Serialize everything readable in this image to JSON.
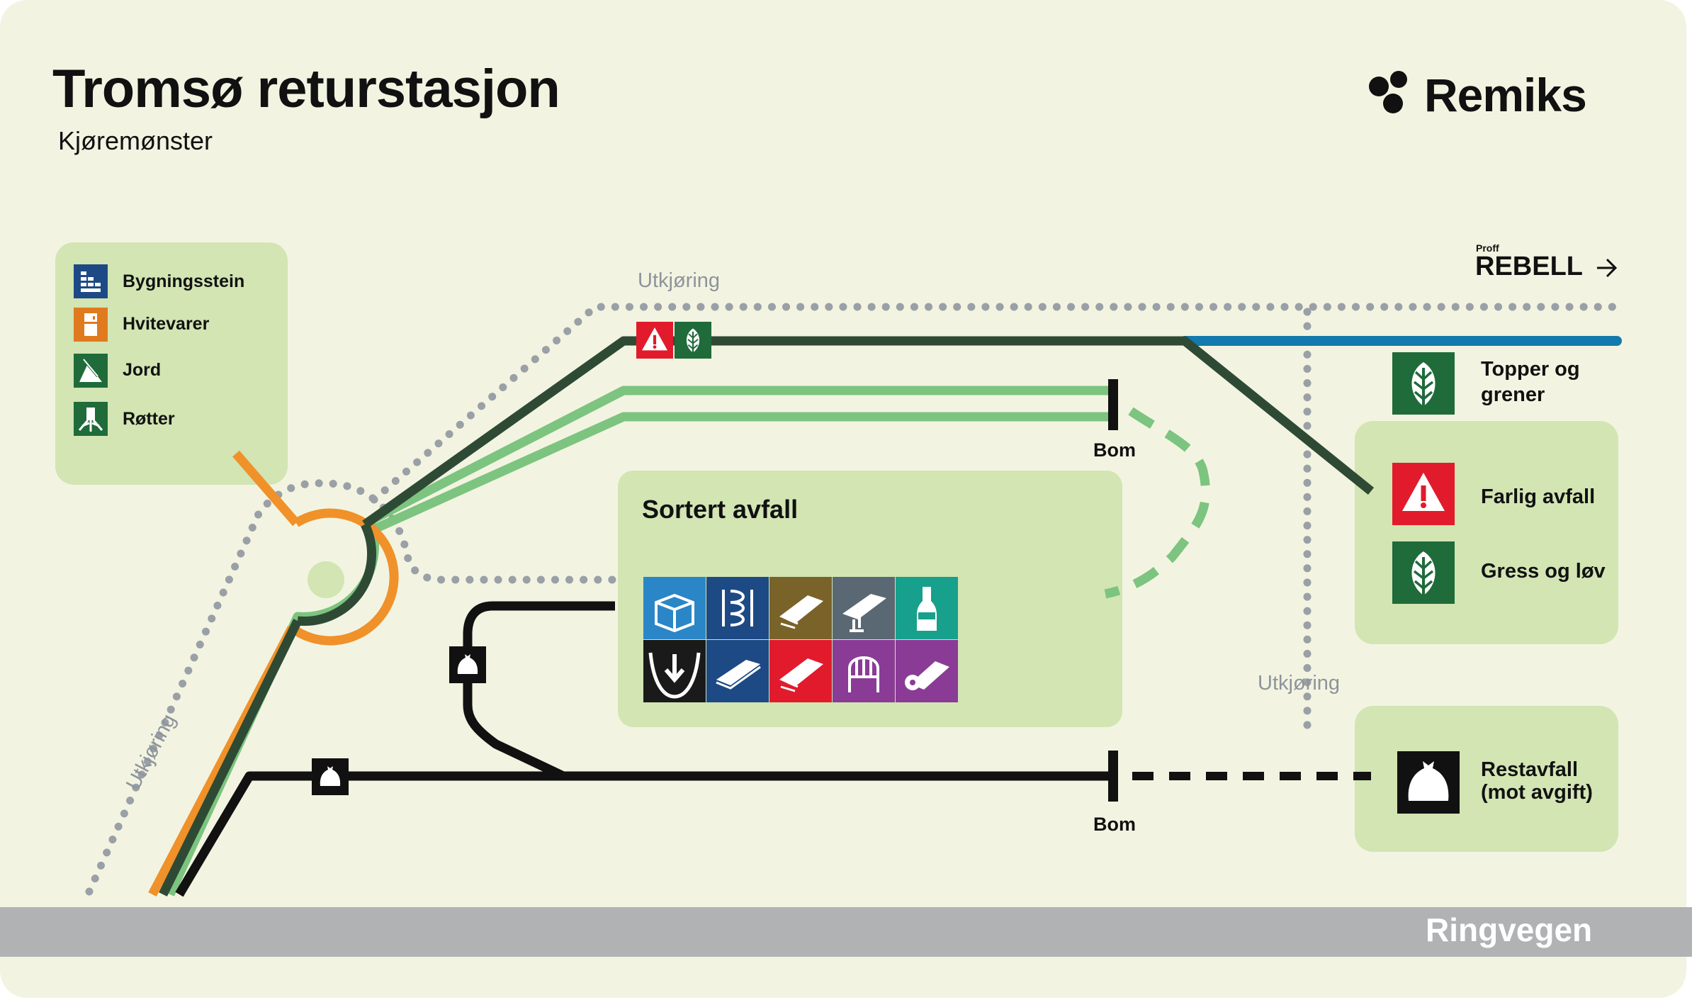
{
  "header": {
    "title": "Tromsø returstasjon",
    "subtitle": "Kjøremønster",
    "brand": "Remiks"
  },
  "legend": {
    "items": [
      {
        "label": "Bygningsstein",
        "icon": "bricks-icon",
        "color": "#1d4a85"
      },
      {
        "label": "Hvitevarer",
        "icon": "fridge-icon",
        "color": "#e07a1f"
      },
      {
        "label": "Jord",
        "icon": "soil-shovel-icon",
        "color": "#1f6b3a"
      },
      {
        "label": "Røtter",
        "icon": "tree-roots-icon",
        "color": "#1f6b3a"
      }
    ]
  },
  "map": {
    "exit_labels": [
      "Utkjøring",
      "Utkjøring",
      "Utkjøring"
    ],
    "gate_labels": [
      "Bom",
      "Bom"
    ],
    "sorted_zone": {
      "title": "Sortert avfall",
      "tiles": [
        {
          "icon": "cardboard-box-icon",
          "color": "#2a86c6"
        },
        {
          "icon": "insulation-icon",
          "color": "#1d4a85"
        },
        {
          "icon": "wood-icon",
          "color": "#7a6329"
        },
        {
          "icon": "metal-icon",
          "color": "#5a6874"
        },
        {
          "icon": "glass-bottle-icon",
          "color": "#17a08b"
        },
        {
          "icon": "gypsum-icon",
          "color": "#1a1a1a"
        },
        {
          "icon": "plasterboard-icon",
          "color": "#1d4a85"
        },
        {
          "icon": "impregnated-wood-icon",
          "color": "#e11b2c"
        },
        {
          "icon": "furniture-icon",
          "color": "#8a3b96"
        },
        {
          "icon": "roll-icon",
          "color": "#8a3b96"
        }
      ]
    },
    "partner": {
      "small": "Proff",
      "name": "REBELL"
    },
    "right_stations": [
      {
        "label": "Topper og grener",
        "icon": "leaf-icon",
        "color": "#1f6b3a"
      },
      {
        "label": "Farlig avfall",
        "icon": "hazard-icon",
        "color": "#e11b2c"
      },
      {
        "label": "Gress og løv",
        "icon": "leaf-icon",
        "color": "#1f6b3a"
      },
      {
        "label": "Restavfall (mot avgift)",
        "icon": "trash-bag-icon",
        "color": "#1a1a1a"
      }
    ],
    "road": "Ringvegen"
  },
  "colors": {
    "background": "#f2f4e1",
    "zone_fill": "#d2e5b3",
    "dark_green_route": "#2e4a34",
    "light_green_route": "#7cc47f",
    "orange_route": "#f0912a",
    "black_route": "#111111",
    "blue_route": "#1479ad",
    "exit_dots": "#9aa0a6",
    "road": "#b0b2b4"
  }
}
